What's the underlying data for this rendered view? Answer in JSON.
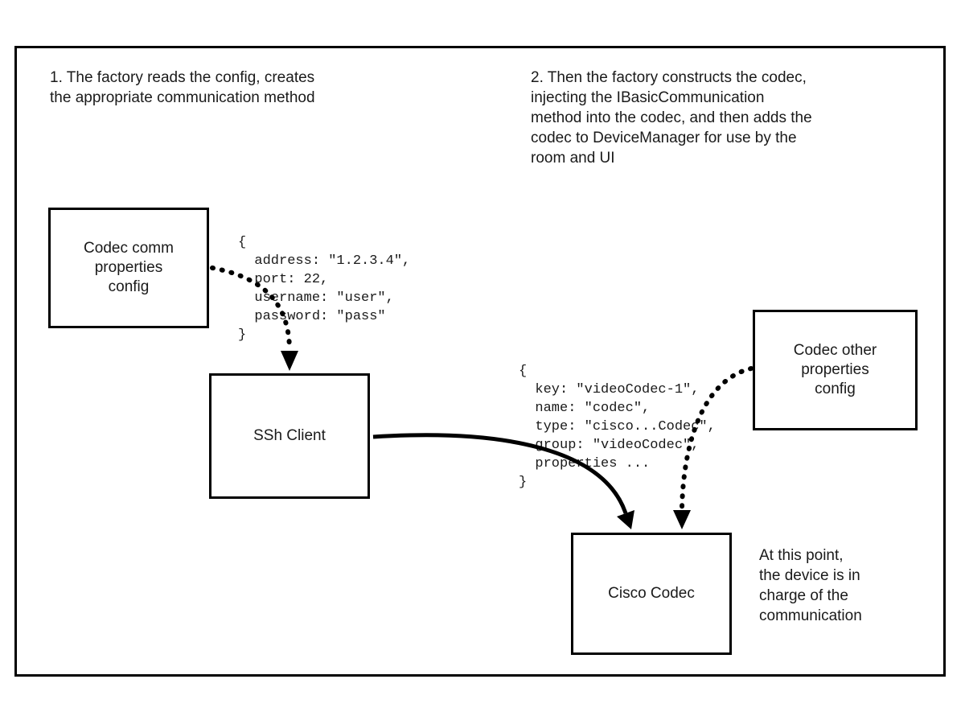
{
  "diagram": {
    "step1_note": "1. The factory reads the config, creates\nthe appropriate communication method",
    "step2_note": "2. Then the factory constructs the codec,\ninjecting the IBasicCommunication\nmethod into the codec, and then adds the\ncodec to DeviceManager for use by the\nroom and UI",
    "endpoint_note": "At this point,\nthe device is in\ncharge of the\ncommunication",
    "boxes": {
      "codec_comm_config": "Codec comm\nproperties\nconfig",
      "ssh_client": "SSh Client",
      "codec_other_config": "Codec other\nproperties\nconfig",
      "cisco_codec": "Cisco Codec"
    },
    "code_snippets": {
      "comm_properties": "{\n  address: \"1.2.3.4\",\n  port: 22,\n  username: \"user\",\n  password: \"pass\"\n}",
      "codec_properties": "{\n  key: \"videoCodec-1\",\n  name: \"codec\",\n  type: \"cisco...Codec\",\n  group: \"videoCodec\",\n  properties ...\n}"
    },
    "colors": {
      "line": "#000000",
      "background": "#ffffff"
    }
  }
}
